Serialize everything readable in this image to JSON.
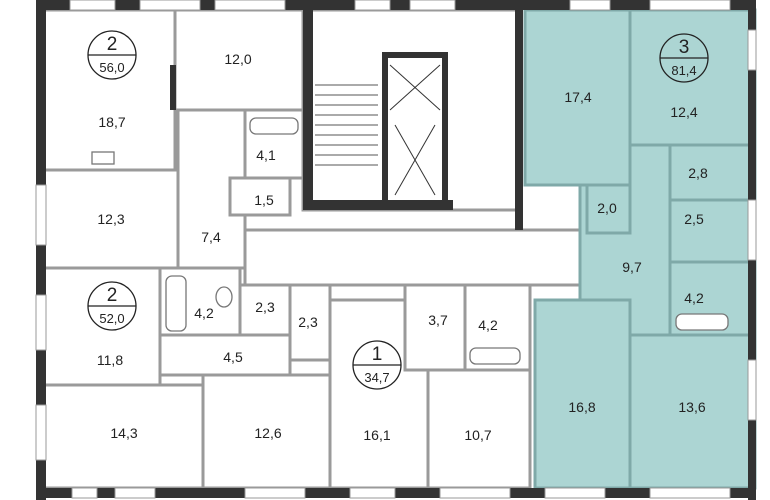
{
  "apartments": [
    {
      "rooms_count": "2",
      "total_area": "56,0",
      "rooms": [
        "18,7",
        "12,0",
        "12,3",
        "7,4",
        "4,1",
        "1,5"
      ]
    },
    {
      "rooms_count": "2",
      "total_area": "52,0",
      "rooms": [
        "11,8",
        "4,2",
        "2,3",
        "2,3",
        "4,5",
        "14,3",
        "12,6"
      ]
    },
    {
      "rooms_count": "1",
      "total_area": "34,7",
      "rooms": [
        "16,1",
        "3,7",
        "4,2",
        "10,7"
      ]
    },
    {
      "rooms_count": "3",
      "total_area": "81,4",
      "highlighted": true,
      "rooms": [
        "17,4",
        "12,4",
        "2,8",
        "2,5",
        "4,2",
        "2,0",
        "9,7",
        "16,8",
        "13,6"
      ]
    }
  ],
  "colors": {
    "highlight": "#acd5d3",
    "wall": "#333333"
  }
}
